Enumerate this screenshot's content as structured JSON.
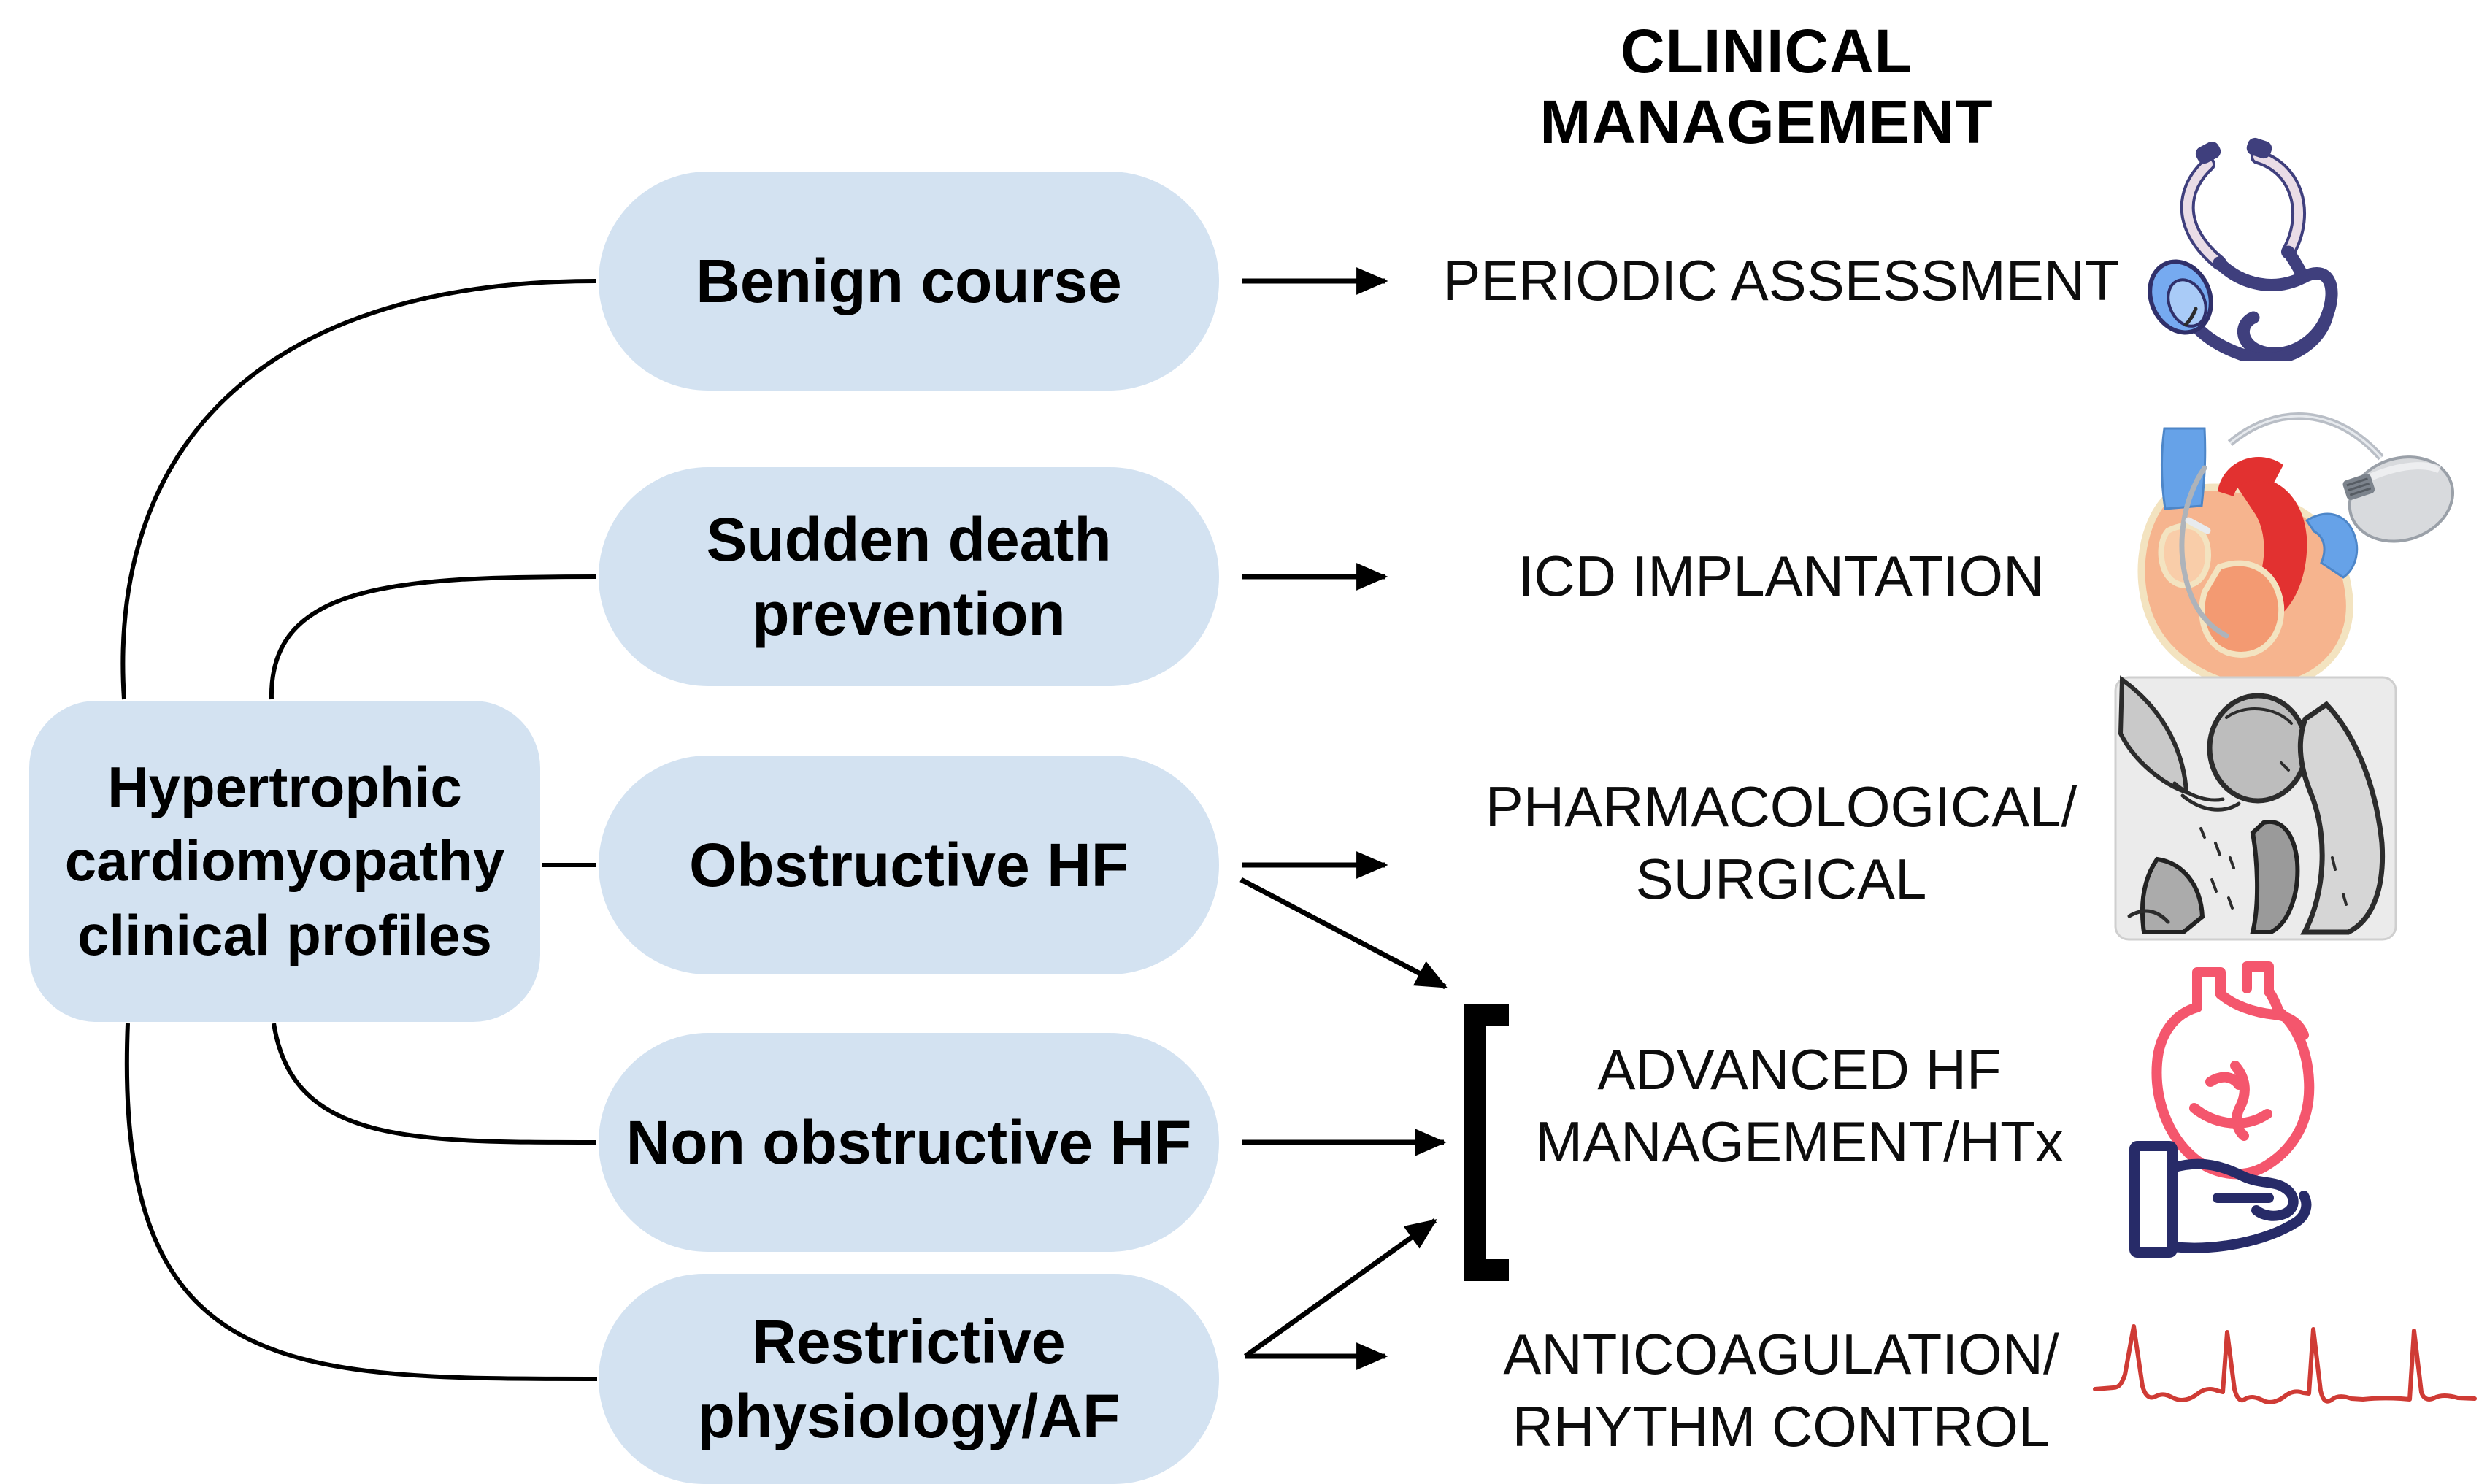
{
  "title": "CLINICAL MANAGEMENT",
  "root_node": {
    "label": "Hypertrophic cardiomyopathy clinical profiles",
    "lines": [
      "Hypertrophic",
      "cardiomyopathy",
      "clinical profiles"
    ]
  },
  "profiles": [
    {
      "id": "benign-course",
      "label": "Benign course",
      "lines": [
        "Benign course"
      ]
    },
    {
      "id": "sudden-death-prevention",
      "label": "Sudden death prevention",
      "lines": [
        "Sudden death",
        "prevention"
      ]
    },
    {
      "id": "obstructive-hf",
      "label": "Obstructive HF",
      "lines": [
        "Obstructive HF"
      ]
    },
    {
      "id": "non-obstructive-hf",
      "label": "Non obstructive HF",
      "lines": [
        "Non obstructive HF"
      ]
    },
    {
      "id": "restrictive-physiology-af",
      "label": "Restrictive physiology/AF",
      "lines": [
        "Restrictive",
        "physiology/AF"
      ]
    }
  ],
  "managements": [
    {
      "id": "periodic-assessment",
      "label": "PERIODIC ASSESSMENT",
      "lines": [
        "PERIODIC ASSESSMENT"
      ],
      "icon": "stethoscope-icon"
    },
    {
      "id": "icd-implantation",
      "label": "ICD IMPLANTATION",
      "lines": [
        "ICD IMPLANTATION"
      ],
      "icon": "heart-icd-icon"
    },
    {
      "id": "pharmacological-surgical",
      "label": "PHARMACOLOGICAL/SURGICAL",
      "lines": [
        "PHARMACOLOGICAL/",
        "SURGICAL"
      ],
      "icon": "echo-sketch-icon"
    },
    {
      "id": "advanced-hf-management-htx",
      "label": "ADVANCED HF MANAGEMENT/HTx",
      "lines": [
        "ADVANCED HF",
        "MANAGEMENT/HTx"
      ],
      "icon": "heart-in-hand-icon"
    },
    {
      "id": "anticoagulation-rhythm-control",
      "label": "ANTICOAGULATION/RHYTHM CONTROL",
      "lines": [
        "ANTICOAGULATION/",
        "RHYTHM CONTROL"
      ],
      "icon": "ecg-trace-icon"
    }
  ],
  "colors": {
    "node_fill": "#d3e2f1",
    "line": "#000000",
    "text": "#000000",
    "ecg_red": "#cf3b35",
    "heart_pink": "#f4566d",
    "hand_navy": "#272b68",
    "steth_navy": "#3f3f7d",
    "steth_tube": "#e9dce6",
    "steth_chest_blue": "#76aaf0",
    "heart_body_peach": "#f6b48e",
    "vessel_blue": "#66a2e8",
    "aorta_red": "#e23130",
    "device_silver": "#d8dadd"
  }
}
